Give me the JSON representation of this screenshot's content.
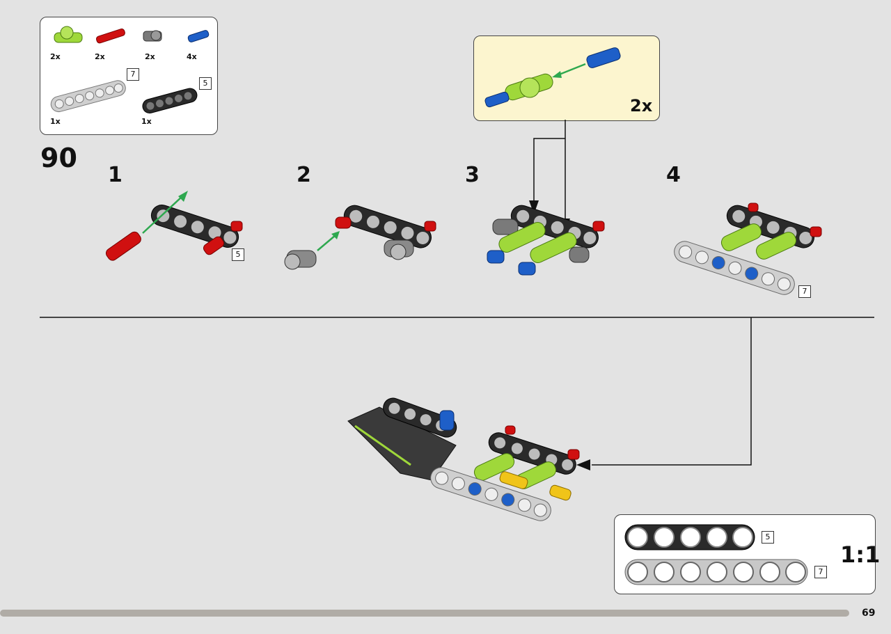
{
  "parts_list": {
    "parts": [
      {
        "name": "lime-axle-pin-connector",
        "qty": "2x",
        "color": "#9fd83a"
      },
      {
        "name": "red-axle-pin",
        "qty": "2x",
        "color": "#d01010"
      },
      {
        "name": "gray-pin-connector",
        "qty": "2x",
        "color": "#6e6e6e"
      },
      {
        "name": "blue-axle-pin",
        "qty": "4x",
        "color": "#1e5fc8"
      }
    ],
    "beams": [
      {
        "name": "light-gray-beam",
        "qty": "1x",
        "length": "7",
        "color": "#c8c8c8"
      },
      {
        "name": "black-beam",
        "qty": "1x",
        "length": "5",
        "color": "#2a2a2a"
      }
    ]
  },
  "step_group": "90",
  "steps": [
    {
      "number": "1",
      "beam_length": "5"
    },
    {
      "number": "2"
    },
    {
      "number": "3"
    },
    {
      "number": "4",
      "beam_length": "7"
    }
  ],
  "subassembly_callout": {
    "multiplier": "2x",
    "bg_color": "#fcf5cf"
  },
  "scale_reference": {
    "label": "1:1",
    "beams": [
      {
        "length": "5",
        "holes": 5,
        "color": "#2a2a2a"
      },
      {
        "length": "7",
        "holes": 7,
        "color": "#c8c8c8"
      }
    ]
  },
  "page_number": "69",
  "colors": {
    "arrow_green": "#2ea84f",
    "lime": "#9fd83a",
    "red": "#d01010",
    "blue": "#1e5fc8",
    "yellow": "#f0c419"
  }
}
